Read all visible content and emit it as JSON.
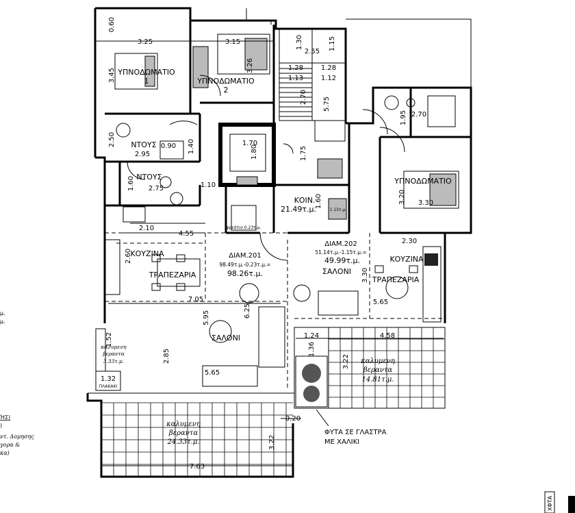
{
  "rooms": {
    "bedroom1": {
      "name": "ΥΠΝΟΔΩΜΑΤΙΟ",
      "num": "1"
    },
    "bedroom2": {
      "name": "ΥΠΝΟΔΩΜΑΤΙΟ",
      "num": "2"
    },
    "bedroom3": {
      "name": "ΥΠΝΟΔΩΜΑΤΙΟ"
    },
    "wc1": "ΝΤΟΥΣ",
    "wc2": "ΝΤΟΥΣ",
    "kitchen1": "ΚΟΥΖΙΝΑ",
    "dining1": "ΤΡΑΠΕΖΑΡΙΑ",
    "living1": "ΣΑΛΟΝΙ",
    "kitchen2": "ΚΟΥΖΙΝΑ",
    "dining2": "ΤΡΑΠΕΖΑΡΙΑ",
    "living2": "ΣΑΛΟΝΙ",
    "common": {
      "name": "ΚΟΙΝ.",
      "area": "21.49τ.μ."
    }
  },
  "apartments": {
    "a201": {
      "title": "ΔΙΑΜ.201",
      "calc": "98.49τ.μ.-0.23τ.μ.=",
      "area": "98.26τ.μ."
    },
    "a202": {
      "title": "ΔΙΑΜ.202",
      "calc": "51.14τ.μ.-1.15τ.μ.=",
      "area": "49.99τ.μ."
    }
  },
  "verandas": {
    "large": {
      "l1": "καλυμενη",
      "l2": "βεραντα",
      "area": "24.33τ.μ."
    },
    "right": {
      "l1": "καλυμενη",
      "l2": "βεραντα",
      "area": "14.81τ.μ."
    },
    "small": {
      "l1": "καλυμενη",
      "l2": "βεραντα",
      "area": "3.33τ.μ."
    }
  },
  "small_labels": {
    "shaft1": "φρεάτιο 0.23τ.μ.",
    "shaft2": "1.15τ.μ.",
    "left_strip": "ΠΛΑΚΑΚΙ"
  },
  "note": {
    "l1": "ΦΥΤΑ ΣΕ ΓΛΑΣΤΡΑ",
    "l2": "ΜΕ ΧΑΛΙΚΙ"
  },
  "dims": {
    "d060": "0.60",
    "d325": "3.25",
    "d315": "3.15",
    "d345": "3.45",
    "d326": "3.26",
    "d130": "1.30",
    "d255": "2.55",
    "d115": "1.15",
    "d128a": "1.28",
    "d128b": "1.28",
    "d113": "1.13",
    "d112": "1.12",
    "d270": "2.70",
    "d575": "5.75",
    "d195": "1.95",
    "d270b": "2.70",
    "d250": "2.50",
    "d090": "0.90",
    "d140": "1.40",
    "d295": "2.95",
    "d170": "1.70",
    "d180": "1.80",
    "d175": "1.75",
    "d160a": "1.60",
    "d275": "2.75",
    "d110": "1.10",
    "d160b": "1.60",
    "d320": "3.20",
    "d330": "3.30",
    "d210": "2.10",
    "d455": "4.55",
    "d260": "2.60",
    "d230": "2.30",
    "d330b": "3.30",
    "d705": "7.05",
    "d565a": "5.65",
    "d595": "5.95",
    "d625": "6.25",
    "d124": "1.24",
    "d458": "4.58",
    "d136": "1.36",
    "d322a": "3.22",
    "d285": "2.85",
    "d565b": "5.65",
    "d132": "1.32",
    "d020": "0.20",
    "d322b": "3.22",
    "d763": "7.63",
    "d152": "1.52"
  },
  "edge_text": {
    "e1": "ΉΣ)",
    "e2": ")",
    "e3": "ντ. Δομησης",
    "e4": "γορα &",
    "e5": "κα)",
    "e6": "μ.",
    "e7": "μ.",
    "e8": "ΧΦΤΑ"
  }
}
